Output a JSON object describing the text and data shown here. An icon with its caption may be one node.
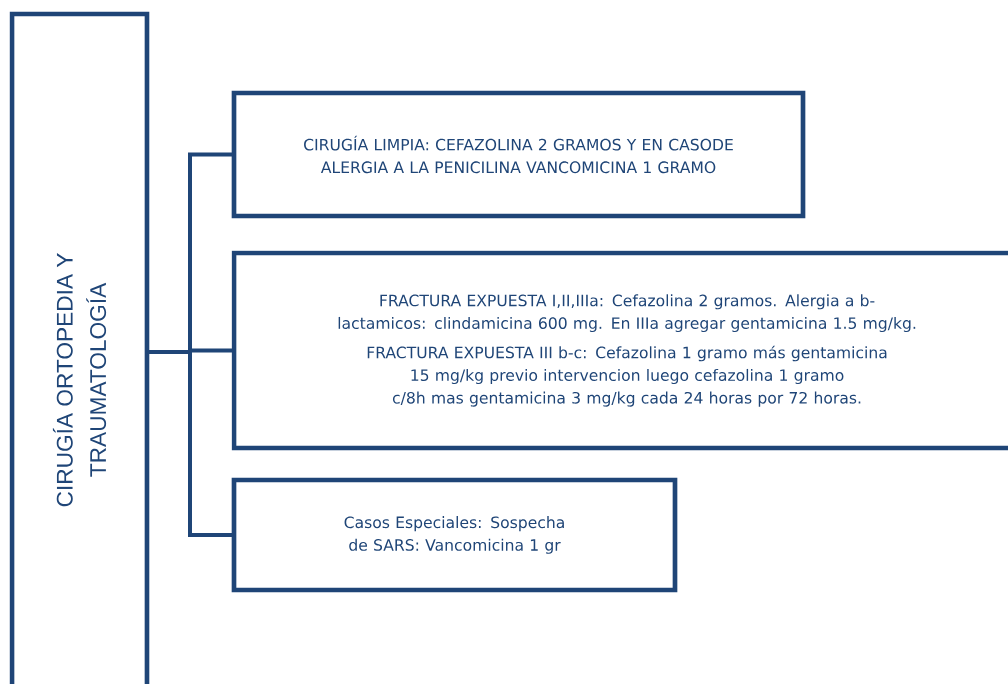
{
  "diagram": {
    "nodes": [
      {
        "text": [
          "CIRUGÍA ORTOPEDIA Y TRAUMATOLOGÍA"
        ]
      },
      {
        "text": [
          "CIRUGÍA LIMPIA: CEFAZOLINA 2 GRAMOS Y EN CASODE ALERGIA A LA PENICILINA VANCOMICINA 1 GRAMO"
        ]
      },
      {
        "text": [
          "FRACTURA EXPUESTA I,II,IIIa: Cefazolina 2 gramos. Alergia a b-lactamicos: clindamicina 600 mg. En IIIa agregar gentamicina 1.5 mg/kg.",
          "FRACTURA EXPUESTA III b-c: Cefazolina 1 gramo más gentamicina 15 mg/kg previo intervencion luego cefazolina 1 gramo c/8h mas gentamicina 3 mg/kg cada 24 horas por 72 horas."
        ]
      },
      {
        "text": [
          "Casos Especiales: Sospecha de SARS: Vancomicina 1 gr"
        ]
      }
    ],
    "edges": [
      {
        "from": 0,
        "to": 1,
        "arrow": "none"
      },
      {
        "from": 0,
        "to": 2,
        "arrow": "none"
      },
      {
        "from": 0,
        "to": 3,
        "arrow": "none"
      }
    ]
  }
}
